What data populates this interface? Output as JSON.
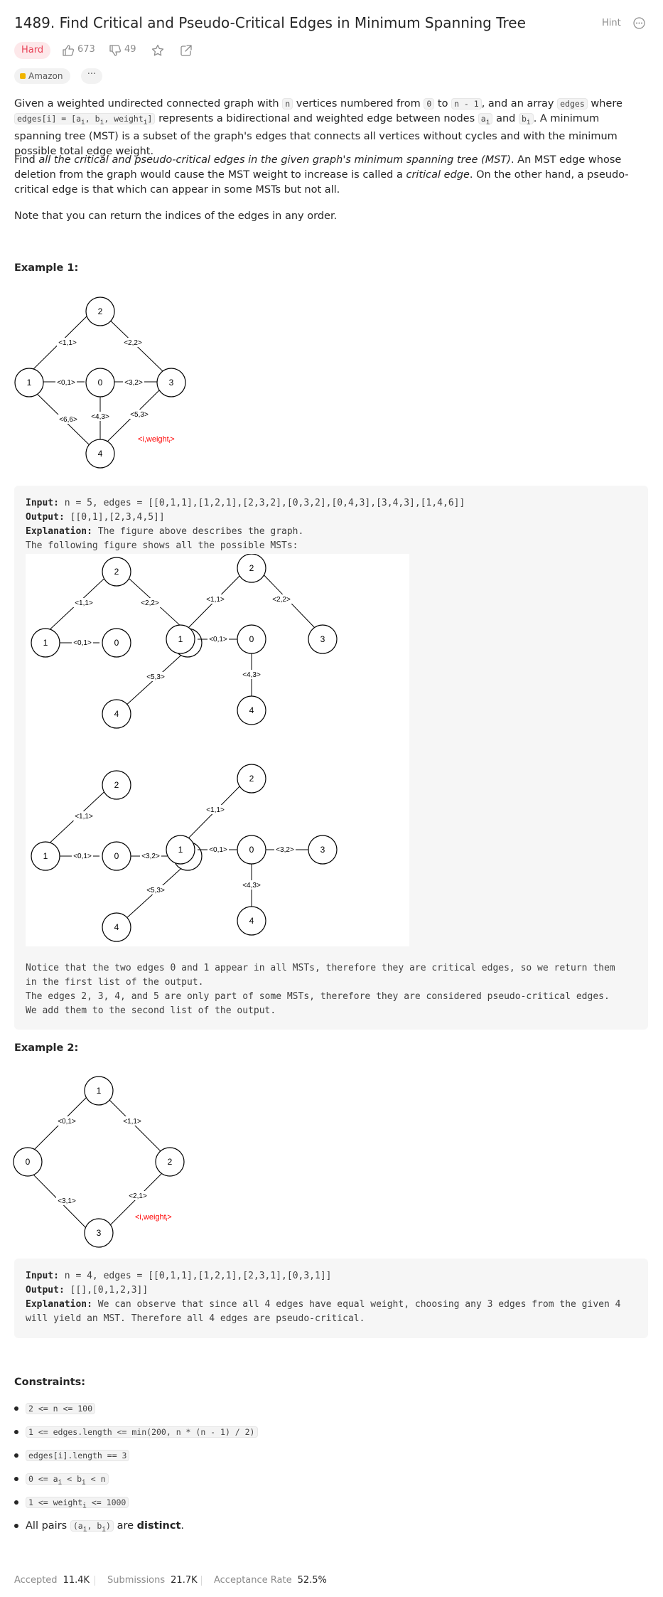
{
  "header": {
    "title": "1489. Find Critical and Pseudo-Critical Edges in Minimum Spanning Tree",
    "hint_label": "Hint",
    "difficulty": "Hard",
    "likes": "673",
    "dislikes": "49",
    "company_tag": "Amazon",
    "more_tags": "···"
  },
  "description": {
    "p1_a": "Given a weighted undirected connected graph with ",
    "p1_code_n": "n",
    "p1_b": " vertices numbered from ",
    "p1_code_0": "0",
    "p1_c": " to ",
    "p1_code_nm1": "n - 1",
    "p1_d": ", and an array ",
    "p1_code_edges": "edges",
    "p1_e": " where ",
    "p1_code_edgesi": "edges[i] = [a",
    "p1_sub_i": "i",
    "p1_code_bi": ", b",
    "p1_code_weighti": ", weight",
    "p1_code_close": "]",
    "p1_f": " represents a bidirectional and weighted edge between nodes ",
    "p1_code_ai": "a",
    "p1_g": " and ",
    "p1_code_b": "b",
    "p1_h": ". A minimum spanning tree (MST) is a subset of the graph's edges that connects all vertices without cycles and with the minimum possible total edge weight.",
    "p2_a": "Find ",
    "p2_em": "all the critical and pseudo-critical edges in the given graph's minimum spanning tree (MST)",
    "p2_b": ". An MST edge whose deletion from the graph would cause the MST weight to increase is called a ",
    "p2_em2": "critical edge",
    "p2_c": ". On the other hand, a pseudo-critical edge is that which can appear in some MSTs but not all.",
    "p3": "Note that you can return the indices of the edges in any order."
  },
  "example1": {
    "heading": "Example 1:",
    "input_label": "Input:",
    "input_value": " n = 5, edges = [[0,1,1],[1,2,1],[2,3,2],[0,3,2],[0,4,3],[3,4,3],[1,4,6]]",
    "output_label": "Output:",
    "output_value": " [[0,1],[2,3,4,5]]",
    "explanation_label": "Explanation:",
    "explanation_value": " The figure above describes the graph.",
    "line_following": "The following figure shows all the possible MSTs:",
    "notice_1": "Notice that the two edges 0 and 1 appear in all MSTs, therefore they are critical edges, so we return them",
    "notice_2": "in the first list of the output.",
    "notice_3": "The edges 2, 3, 4, and 5 are only part of some MSTs, therefore they are considered pseudo-critical edges.",
    "notice_4": "We add them to the second list of the output.",
    "graph": {
      "nodes": [
        "2",
        "1",
        "0",
        "3",
        "4"
      ],
      "edge_labels": [
        "<1,1>",
        "<2,2>",
        "<0,1>",
        "<3,2>",
        "<6,6>",
        "<4,3>",
        "<5,3>"
      ],
      "legend": "<i,weight"
    },
    "mst_labels": {
      "a": [
        "<1,1>",
        "<2,2>",
        "<0,1>",
        "<5,3>"
      ],
      "b": [
        "<1,1>",
        "<2,2>",
        "<0,1>",
        "<4,3>"
      ],
      "c": [
        "<1,1>",
        "<0,1>",
        "<3,2>",
        "<5,3>"
      ],
      "d": [
        "<1,1>",
        "<0,1>",
        "<3,2>",
        "<4,3>"
      ]
    }
  },
  "example2": {
    "heading": "Example 2:",
    "input_label": "Input:",
    "input_value": " n = 4, edges = [[0,1,1],[1,2,1],[2,3,1],[0,3,1]]",
    "output_label": "Output:",
    "output_value": " [[],[0,1,2,3]]",
    "explanation_label": "Explanation:",
    "explanation_value": " We can observe that since all 4 edges have equal weight, choosing any 3 edges from the given 4",
    "explanation_value_2": "will yield an MST. Therefore all 4 edges are pseudo-critical.",
    "graph": {
      "nodes": [
        "1",
        "0",
        "2",
        "3"
      ],
      "edge_labels": [
        "<0,1>",
        "<1,1>",
        "<3,1>",
        "<2,1>"
      ],
      "legend": "<i,weight"
    }
  },
  "constraints": {
    "heading": "Constraints:",
    "c1": "2 <= n <= 100",
    "c2": "1 <= edges.length <= min(200, n * (n - 1) / 2)",
    "c3": "edges[i].length == 3",
    "c4_a": "0 <= a",
    "c4_b": " < b",
    "c4_c": " < n",
    "c5_a": "1 <= weight",
    "c5_b": " <= 1000",
    "c6_a": "All pairs ",
    "c6_code": "(a",
    "c6_code_b": ", b",
    "c6_code_c": ")",
    "c6_b": " are ",
    "c6_strong": "distinct",
    "c6_c": "."
  },
  "stats": {
    "accepted_label": "Accepted",
    "accepted_value": "11.4K",
    "submissions_label": "Submissions",
    "submissions_value": "21.7K",
    "rate_label": "Acceptance Rate",
    "rate_value": "52.5%"
  },
  "colors": {
    "hard": "#e84358",
    "hard_bg": "#fde8ea",
    "legend_red": "#ff0000"
  }
}
